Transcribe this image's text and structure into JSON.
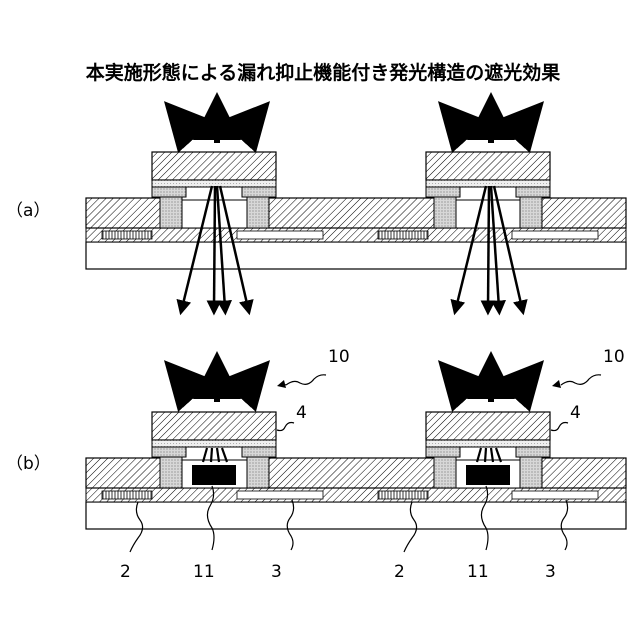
{
  "title": "本実施形態による漏れ抑止機能付き発光構造の遮光効果",
  "panels": [
    {
      "label": "（a）"
    },
    {
      "label": "（b）"
    }
  ],
  "reference_numerals": {
    "emitter": "10",
    "chip": "4",
    "pixel_electrode": "2",
    "shield": "11",
    "opposing_electrode": "3"
  }
}
